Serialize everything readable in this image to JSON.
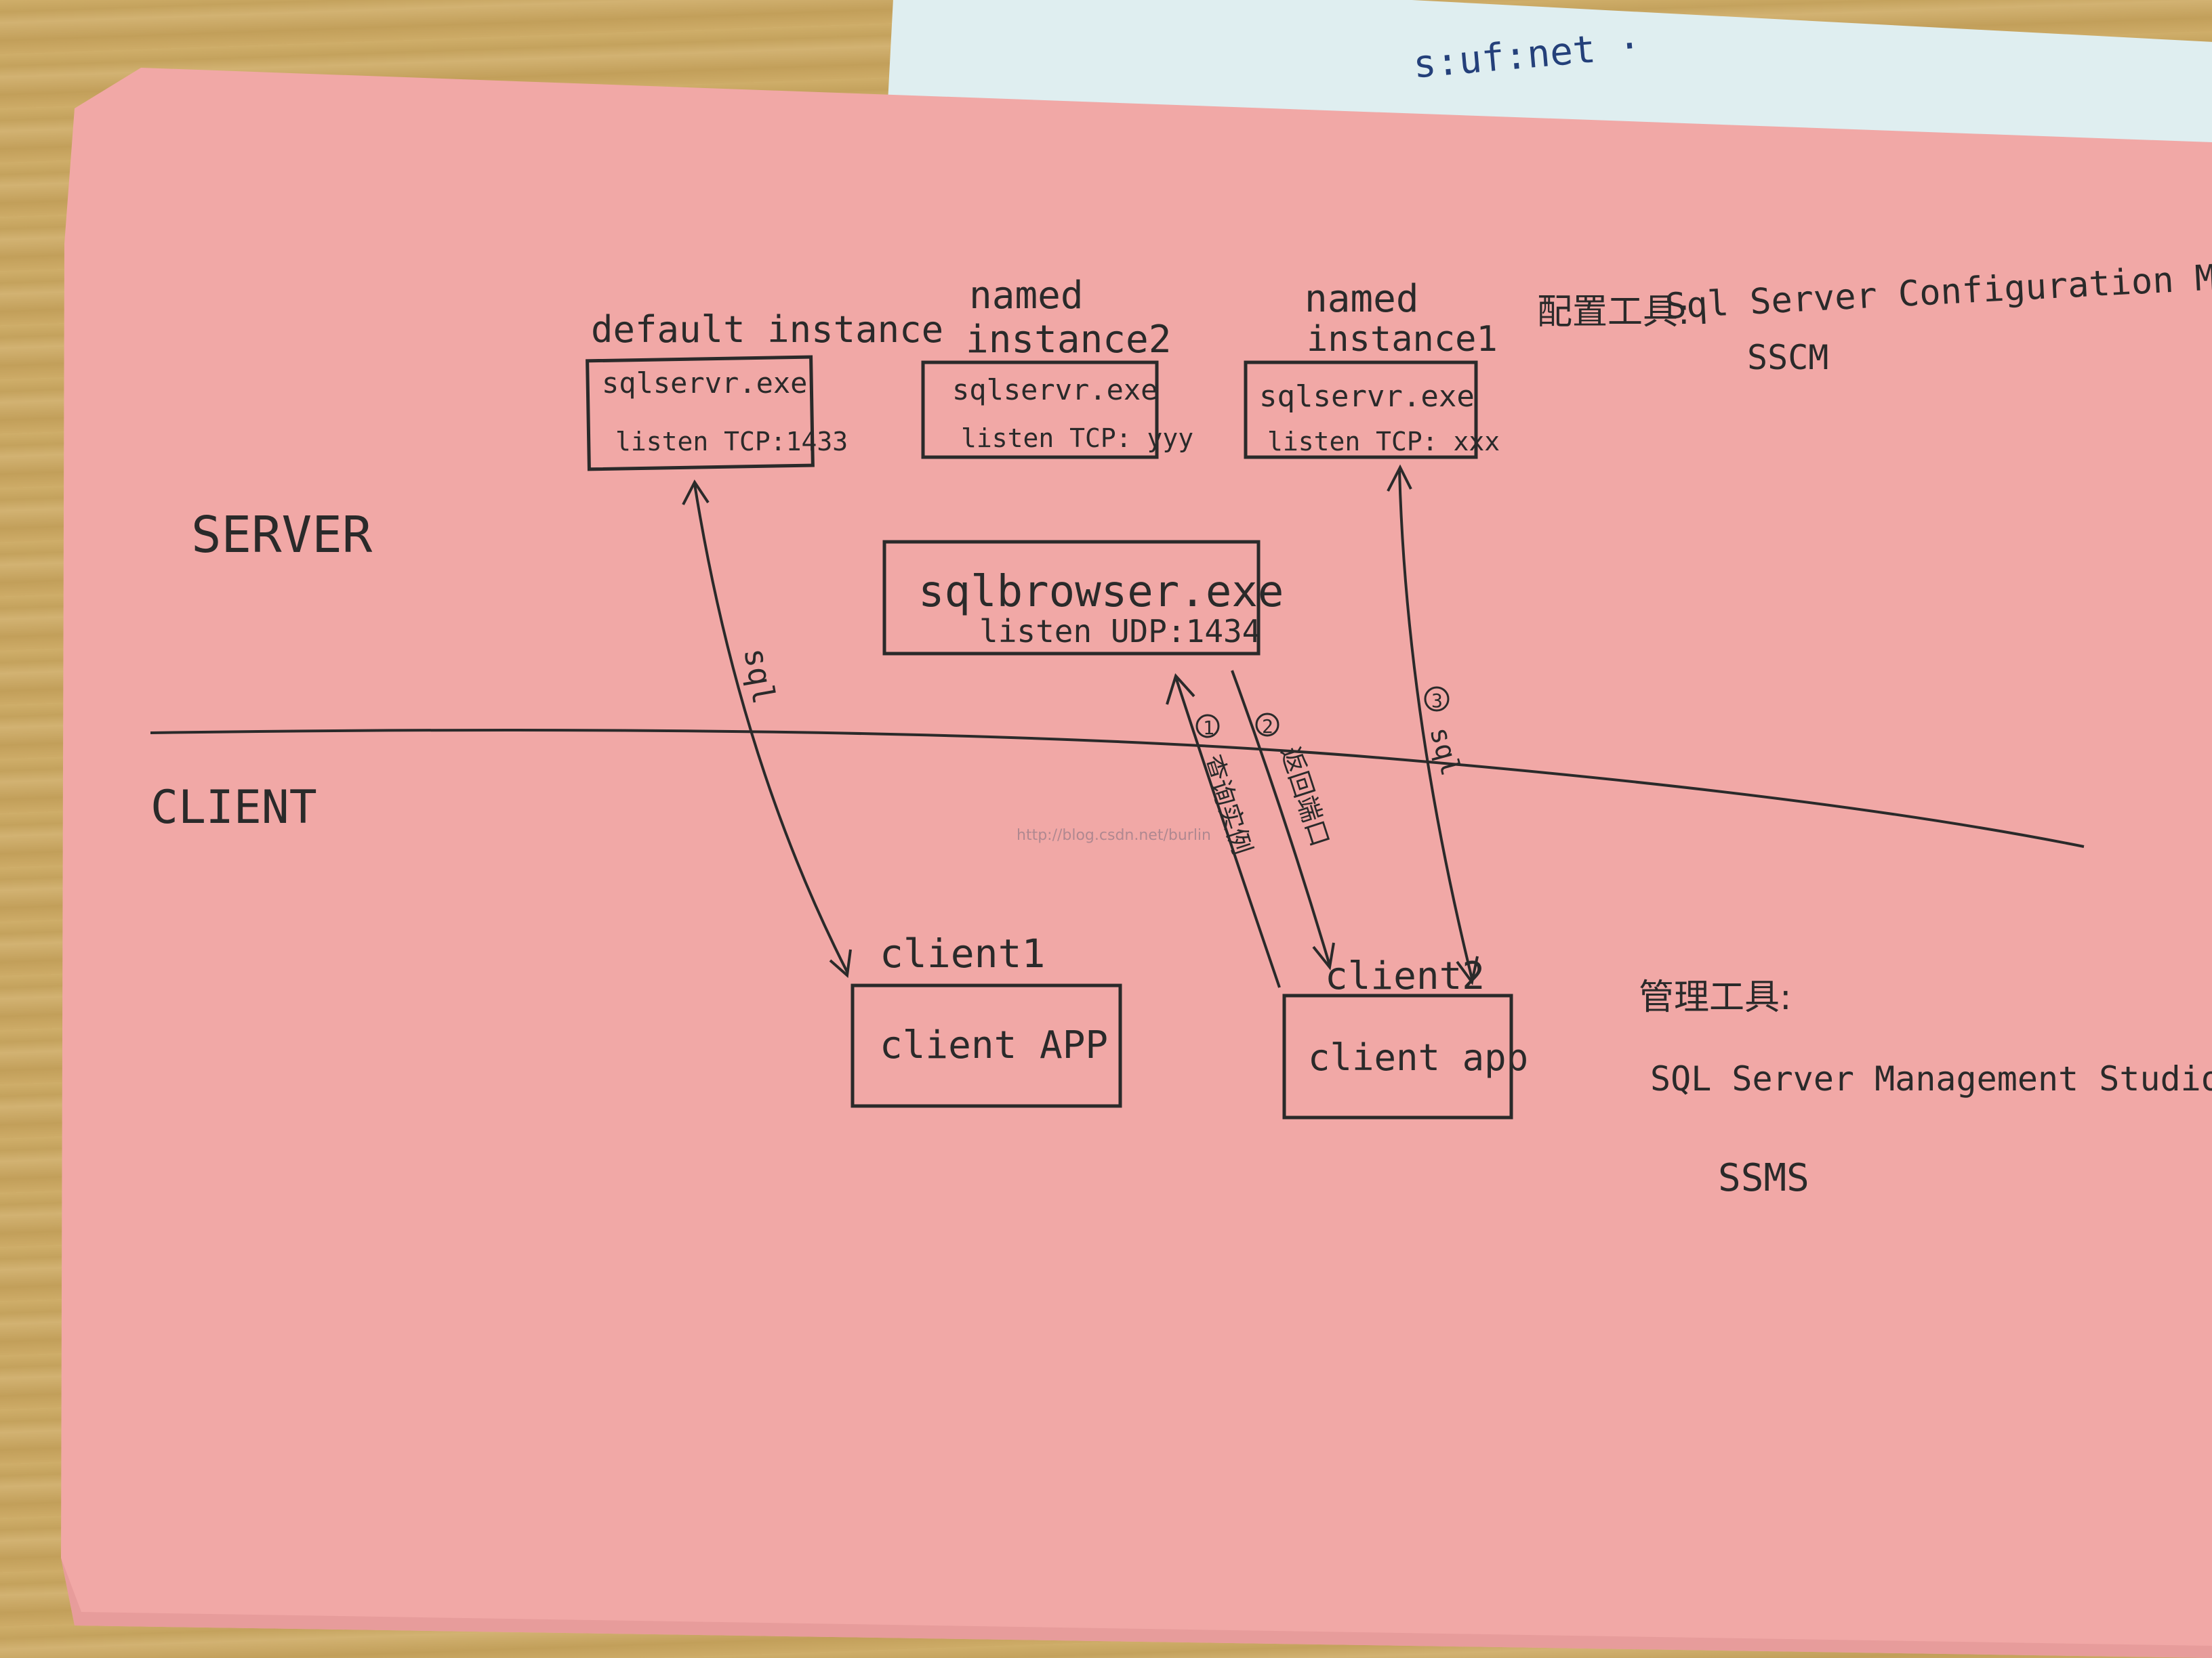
{
  "sections": {
    "server": "SERVER",
    "client": "CLIENT"
  },
  "instances": {
    "default": {
      "title": "default instance",
      "exe": "sqlservr.exe",
      "listen": "listen TCP:1433"
    },
    "named2": {
      "title_line1": "named",
      "title_line2": "instance2",
      "exe": "sqlservr.exe",
      "listen": "listen TCP: yyy"
    },
    "named1": {
      "title_line1": "named",
      "title_line2": "instance1",
      "exe": "sqlservr.exe",
      "listen": "listen TCP: xxx"
    }
  },
  "browser": {
    "exe": "sqlbrowser.exe",
    "listen": "listen UDP:1434"
  },
  "clients": {
    "client1": {
      "label": "client1",
      "app": "client APP"
    },
    "client2": {
      "label": "client2",
      "app": "client app"
    }
  },
  "arrows": {
    "sql_left": "sql",
    "step1_num": "1",
    "step1_text": "查询实例",
    "step2_num": "2",
    "step2_text": "返回端口",
    "step3_num": "3",
    "step3_text": "sql"
  },
  "tools": {
    "config_prefix": "配置工具:",
    "config_name": "Sql Server Configuration Manager",
    "config_abbr": "SSCM",
    "mgmt_prefix": "管理工具:",
    "mgmt_name": "SQL Server Management Studio",
    "mgmt_abbr": "SSMS"
  },
  "bluepaper_note": "s:uf:net ·",
  "watermark": "http://blog.csdn.net/burlin"
}
